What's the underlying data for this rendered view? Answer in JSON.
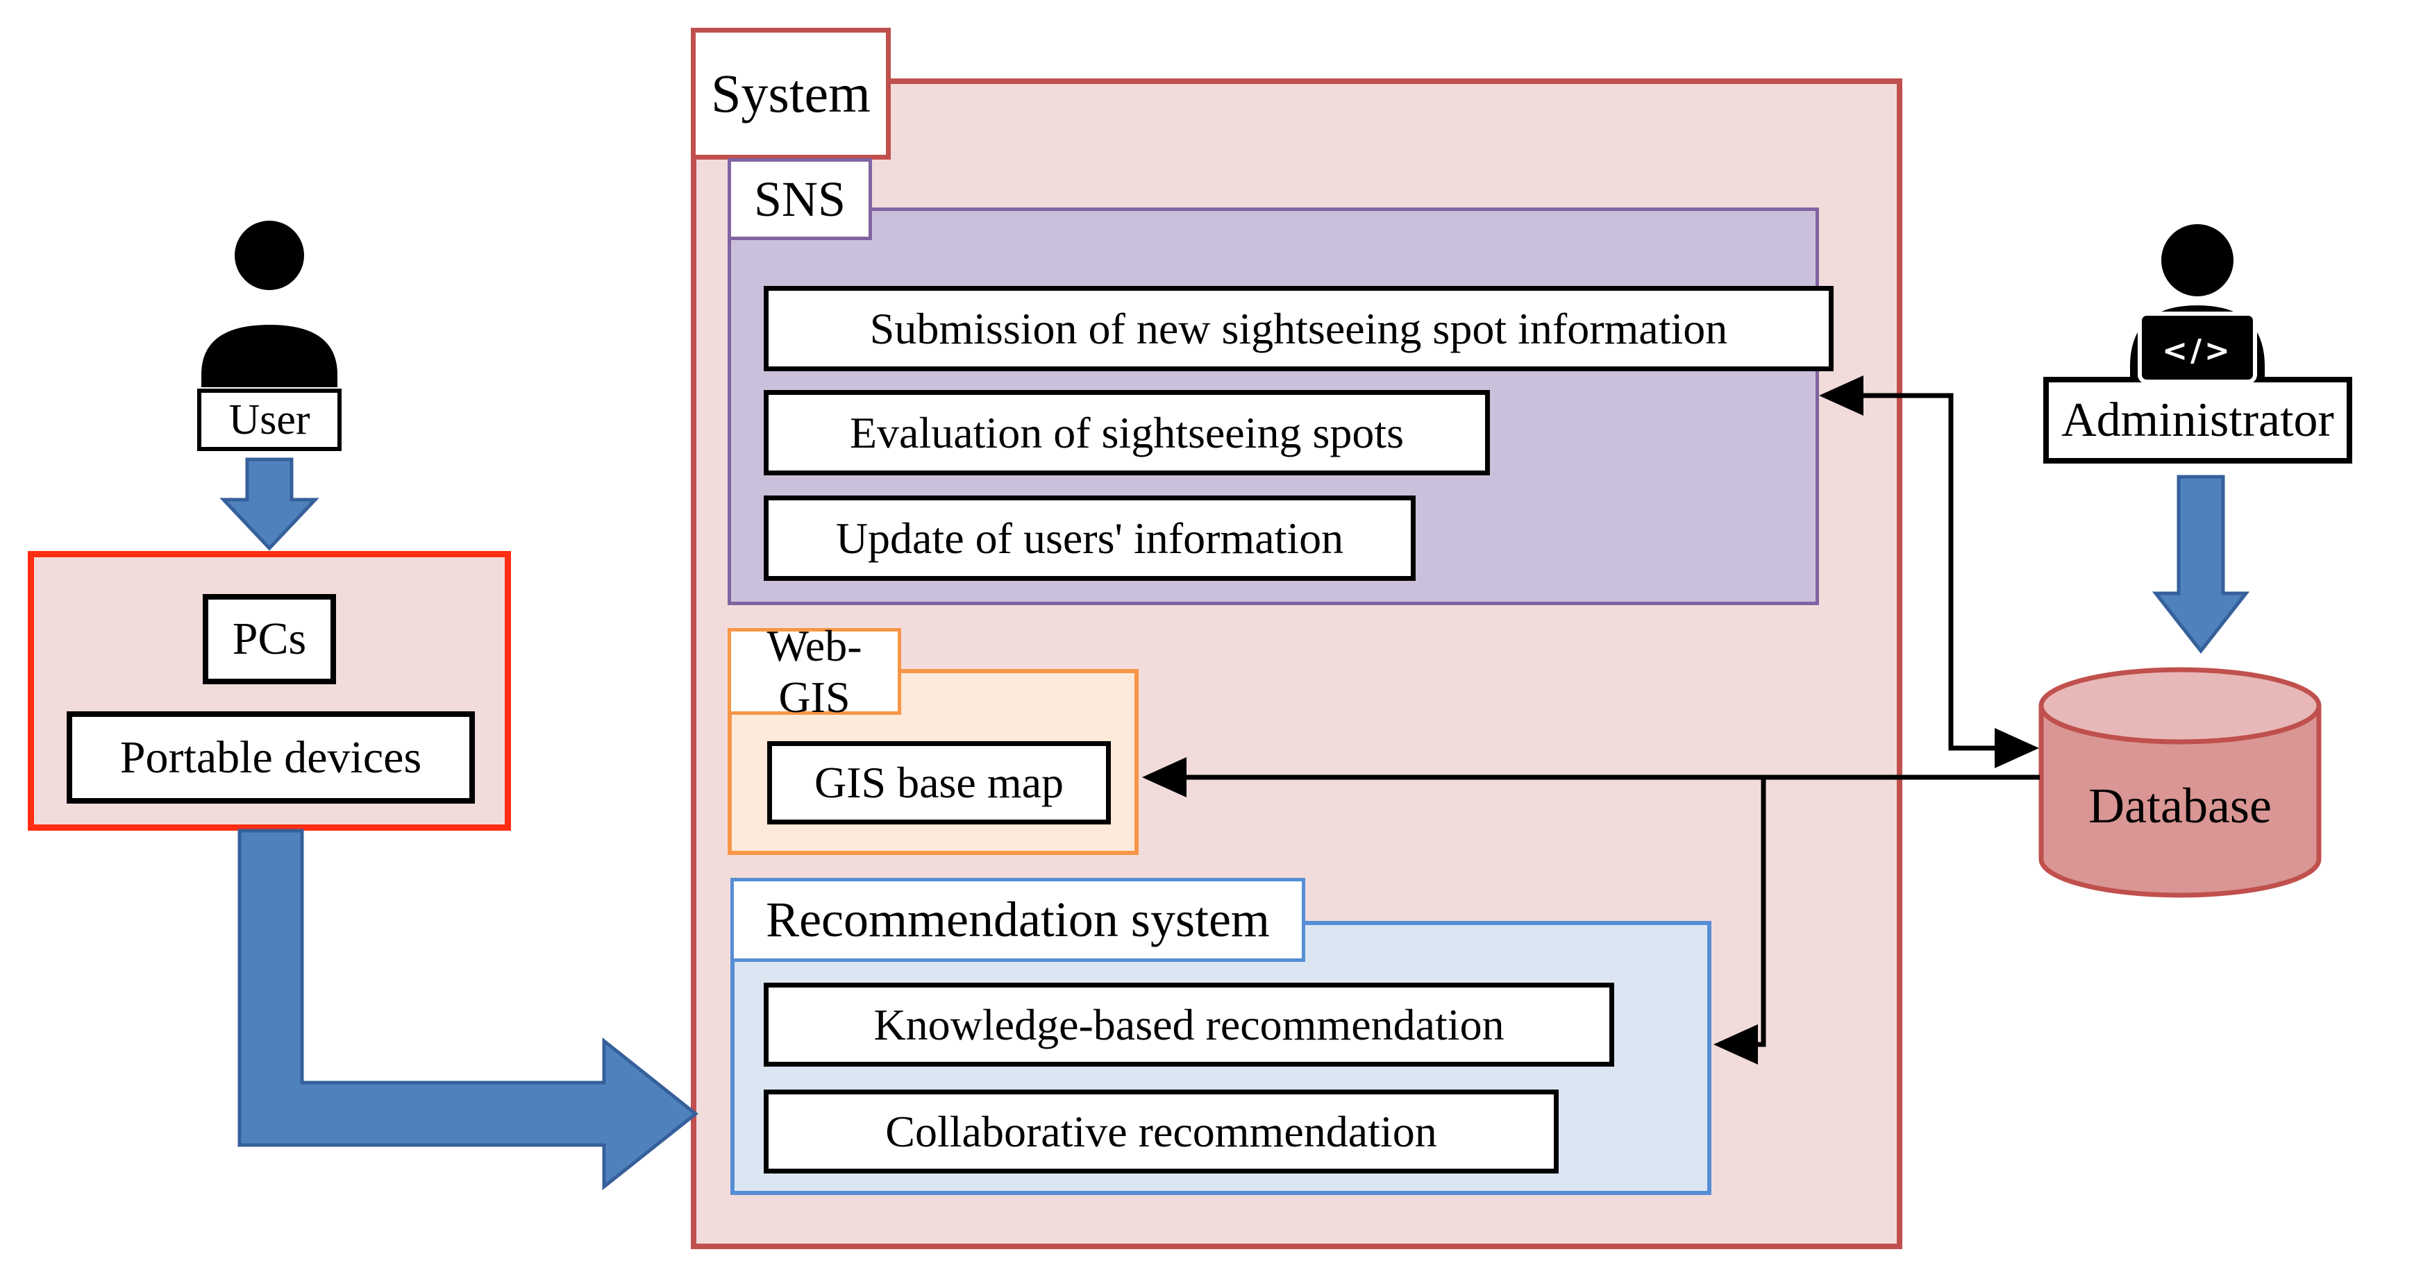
{
  "diagram": {
    "system": {
      "label": "System"
    },
    "sns": {
      "label": "SNS",
      "items": [
        "Submission of new sightseeing spot information",
        "Evaluation of sightseeing spots",
        "Update of users' information"
      ]
    },
    "webgis": {
      "label": "Web-GIS",
      "item": "GIS base map"
    },
    "recommendation": {
      "label": "Recommendation system",
      "items": [
        "Knowledge-based recommendation",
        "Collaborative recommendation"
      ]
    },
    "user": {
      "label": "User",
      "devices": [
        "PCs",
        "Portable devices"
      ]
    },
    "administrator": {
      "label": "Administrator",
      "laptop_glyph": "</>"
    },
    "database": {
      "label": "Database"
    },
    "colors": {
      "red-border": "#c0504d",
      "red-fill": "#f2dcdb",
      "bright-red": "#ff2d11",
      "purple-border": "#8064a2",
      "purple-fill": "#cbc0dc",
      "orange-border": "#f79646",
      "orange-fill": "#fdeada",
      "blue-border": "#558ed5",
      "blue-fill": "#dce6f2",
      "arrow-blue": "#4f81bd",
      "arrow-blue-edge": "#36609b",
      "db-body": "#d99694",
      "db-top": "#e7b8b7",
      "line-black": "#000000"
    }
  }
}
